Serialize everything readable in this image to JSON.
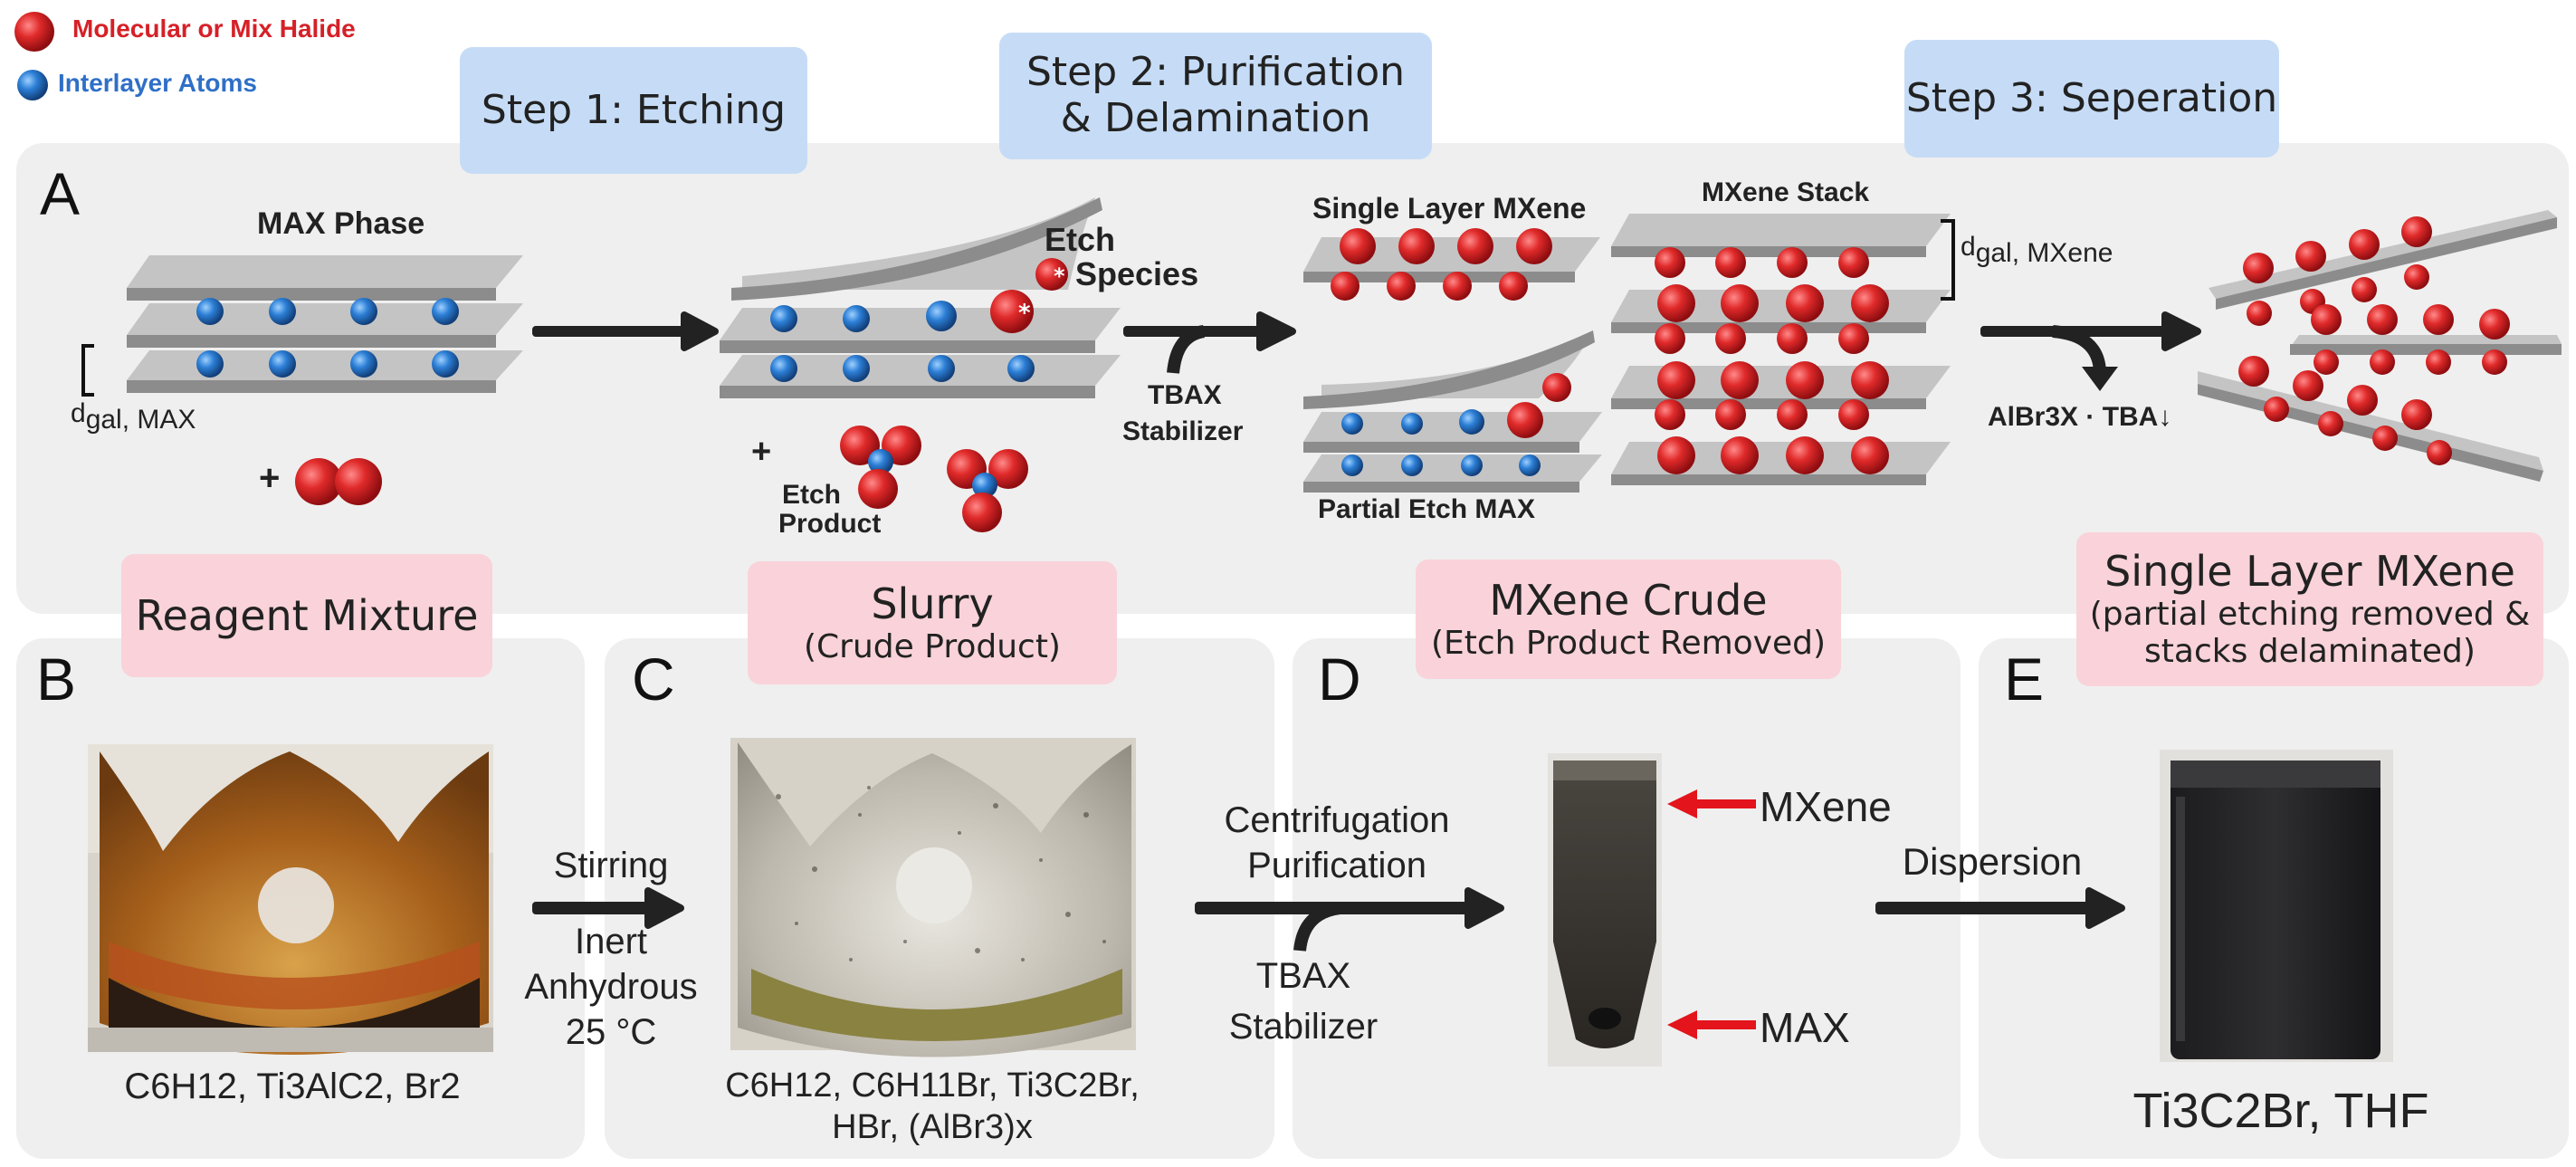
{
  "legend": {
    "red_label": "Molecular or Mix Halide",
    "blue_label": "Interlayer Atoms",
    "red_color": "#d62027",
    "blue_color": "#2f6fc7"
  },
  "steps": {
    "step1": "Step 1: Etching",
    "step2_line1": "Step 2: Purification",
    "step2_line2": "& Delamination",
    "step3": "Step 3: Seperation"
  },
  "panel_a": {
    "letter": "A",
    "max_phase": "MAX Phase",
    "d_max_main": "d",
    "d_max_sub": "gal, MAX",
    "etch_species_1": "Etch",
    "etch_species_2": "Species",
    "etch_product_1": "Etch",
    "etch_product_2": "Product",
    "plus": "+",
    "tbax_1": "TBAX",
    "tbax_2": "Stabilizer",
    "single_layer": "Single Layer MXene",
    "mxene_stack": "MXene Stack",
    "partial_etch": "Partial Etch MAX",
    "d_mx_main": "d",
    "d_mx_sub": "gal, MXene",
    "precip": "AlBr3X · TBA↓"
  },
  "pink_labels": {
    "reagent": "Reagent Mixture",
    "slurry": "Slurry",
    "slurry_sub": "(Crude Product)",
    "crude": "MXene Crude",
    "crude_sub": "(Etch Product Removed)",
    "single": "Single Layer MXene",
    "single_sub1": "(partial etching removed &",
    "single_sub2": "stacks delaminated)"
  },
  "panel_b": {
    "letter": "B",
    "formula": "C6H12, Ti3AlC2, Br2"
  },
  "arrow_bc": {
    "l1": "Stirring",
    "l2": "Inert",
    "l3": "Anhydrous",
    "l4": "25 °C"
  },
  "panel_c": {
    "letter": "C",
    "formula_line1": "C6H12, C6H11Br, Ti3C2Br,",
    "formula_line2": "HBr, (AlBr3)x"
  },
  "arrow_cd": {
    "l1": "Centrifugation",
    "l2": "Purification",
    "l3": "TBAX",
    "l4": "Stabilizer"
  },
  "panel_d": {
    "letter": "D",
    "mxene": "MXene",
    "max": "MAX"
  },
  "arrow_de": {
    "label": "Dispersion"
  },
  "panel_e": {
    "letter": "E",
    "formula": "Ti3C2Br, THF"
  }
}
